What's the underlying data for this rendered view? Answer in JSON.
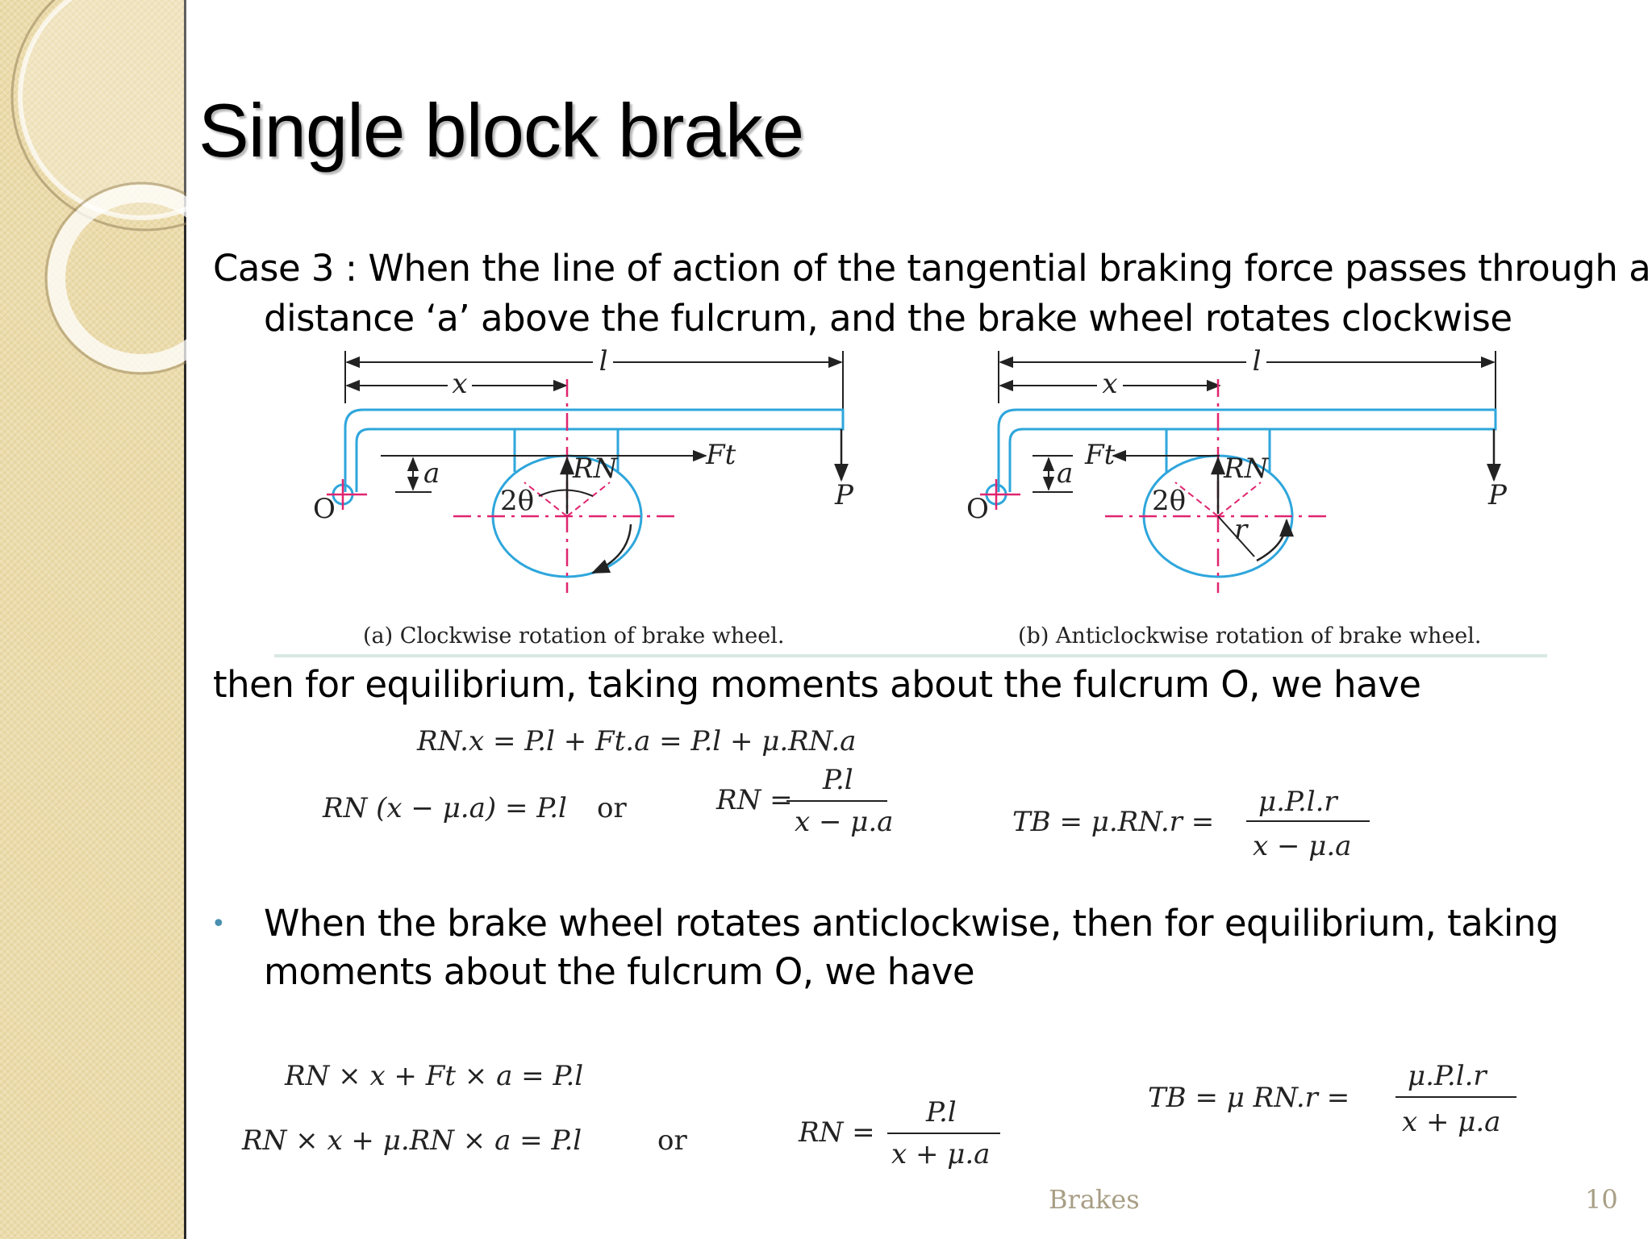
{
  "slide": {
    "title": "Single block brake",
    "case_line1": "Case 3 :  When the line of action of the tangential braking force passes through a",
    "case_line2": "distance ‘a’ above the fulcrum, and the brake wheel rotates clockwise",
    "equilibrium_text": "then for equilibrium, taking moments about the fulcrum O, we have",
    "bullet_line1": "When the brake wheel rotates anticlockwise, then for equilibrium, taking",
    "bullet_line2": "moments about the fulcrum O, we have",
    "footer_label": "Brakes",
    "page_number": "10"
  },
  "figure": {
    "caption_a": "(a) Clockwise rotation of brake wheel.",
    "caption_b": "(b) Anticlockwise rotation of brake wheel.",
    "label_l": "l",
    "label_x": "x",
    "label_a": "a",
    "label_O": "O",
    "label_P": "P",
    "label_Ft": "Ft",
    "label_RN": "RN",
    "label_2theta": "2θ",
    "label_r": "r",
    "colors": {
      "lever": "#2ea6dc",
      "centerline": "#e0256f",
      "ink": "#222222"
    }
  },
  "equations": {
    "cw_eq1": "RN.x = P.l + Ft.a = P.l + μ.RN.a",
    "cw_eq2": "RN (x − μ.a) = P.l",
    "cw_or": "or",
    "cw_rn_lhs": "RN =",
    "cw_rn_num": "P.l",
    "cw_rn_den": "x − μ.a",
    "cw_tb_lhs": "TB = μ.RN.r =",
    "cw_tb_num": "μ.P.l.r",
    "cw_tb_den": "x − μ.a",
    "acw_eq1": "RN × x + Ft × a = P.l",
    "acw_eq2": "RN × x + μ.RN × a = P.l",
    "acw_or": "or",
    "acw_rn_lhs": "RN =",
    "acw_rn_num": "P.l",
    "acw_rn_den": "x + μ.a",
    "acw_tb_lhs": "TB = μ RN.r =",
    "acw_tb_num": "μ.P.l.r",
    "acw_tb_den": "x + μ.a"
  }
}
